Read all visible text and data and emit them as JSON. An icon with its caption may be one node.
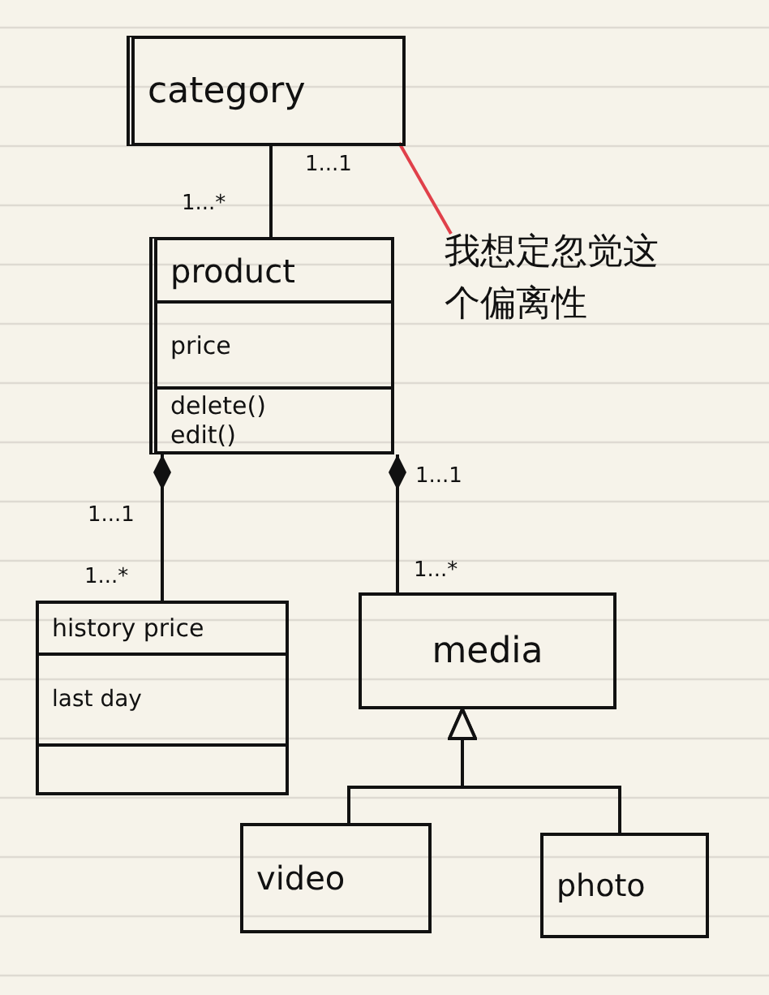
{
  "diagram": {
    "nodes": [
      {
        "text": [
          "category"
        ]
      },
      {
        "text": [
          "product",
          "price",
          "delete()",
          "edit()"
        ]
      },
      {
        "text": [
          "history price",
          "last day"
        ]
      },
      {
        "text": [
          "media"
        ]
      },
      {
        "text": [
          "video"
        ]
      },
      {
        "text": [
          "photo"
        ]
      },
      {
        "text": [
          "我想定忽觉这个偏离性"
        ]
      }
    ],
    "edges": [
      {
        "from": 0,
        "to": 1,
        "arrow": "none"
      },
      {
        "from": 2,
        "to": 1,
        "arrow": "other"
      },
      {
        "from": 3,
        "to": 1,
        "arrow": "other"
      },
      {
        "from": 4,
        "to": 3,
        "arrow": "to"
      },
      {
        "from": 5,
        "to": 3,
        "arrow": "to"
      },
      {
        "from": 6,
        "to": 0,
        "arrow": "none",
        "color": "#e0404a"
      }
    ],
    "labels": [
      "1...1",
      "1...*",
      "1...1",
      "1...1",
      "1...*",
      "1...*"
    ]
  }
}
